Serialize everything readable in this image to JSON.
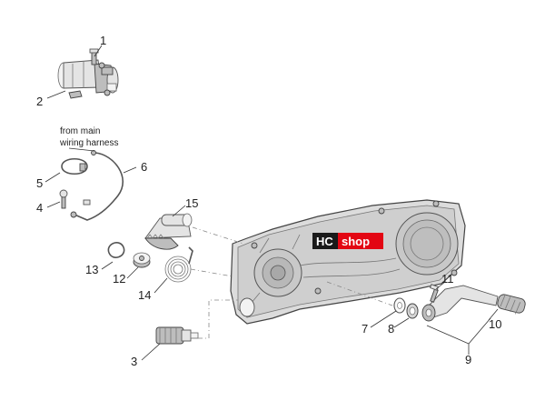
{
  "callouts": {
    "c1": "1",
    "c2": "2",
    "c3": "3",
    "c4": "4",
    "c5": "5",
    "c6": "6",
    "c7": "7",
    "c8": "8",
    "c9": "9",
    "c10": "10",
    "c11": "11",
    "c12": "12",
    "c13": "13",
    "c14": "14",
    "c15": "15"
  },
  "notes": {
    "harness_line1": "from main",
    "harness_line2": "wiring harness"
  },
  "watermark": {
    "left": "HC",
    "right": "shop",
    "color_left_bg": "#1a1a1a",
    "color_right_bg": "#e30613",
    "color_text": "#ffffff"
  }
}
